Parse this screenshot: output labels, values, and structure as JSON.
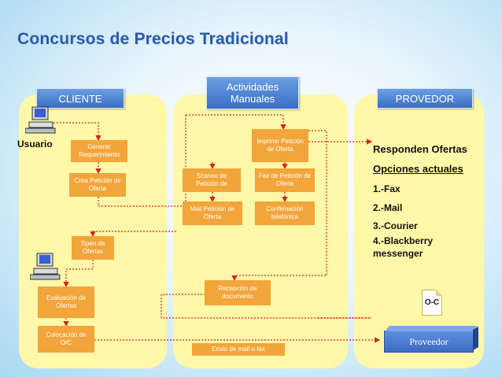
{
  "title": "Concursos de Precios Tradicional",
  "lanes": {
    "cliente": "CLIENTE",
    "actividades": "Actividades Manuales",
    "proveedor": "PROVEDOR"
  },
  "usuario_label": "Usuario",
  "steps": {
    "generar": "Generar Requerimiento",
    "crea": "Crea Petición de Oferta",
    "tipeo": "Tipeo de Ofertas",
    "evaluacion": "Evaluación de Ofertas",
    "colocacion": "Colocación de O/C",
    "imprimir": "Imprimir Petición de Oferta",
    "scaneo": "Scaneo de Petición de",
    "fax": "Fax de Petición de Oferta",
    "mail": "Mail Petición de Oferta",
    "confirmacion": "Confirmación telefónica",
    "recepcion": "Recepción de documento",
    "envio": "Envio de mail o fax"
  },
  "proveedor": {
    "responden": "Responden Ofertas",
    "opciones": "Opciones actuales",
    "items": [
      "1.-Fax",
      "2.-Mail",
      "3.-Courier",
      "4.-Blackberry messenger"
    ],
    "doc_label": "O-C",
    "box_label": "Proveedor"
  },
  "colors": {
    "lane_fill": "#fff8a8",
    "step_fill": "#f2a53a",
    "header_blue": "#3a6fc4",
    "arrow_red": "#d9231d",
    "title_blue": "#2a5aa8"
  }
}
